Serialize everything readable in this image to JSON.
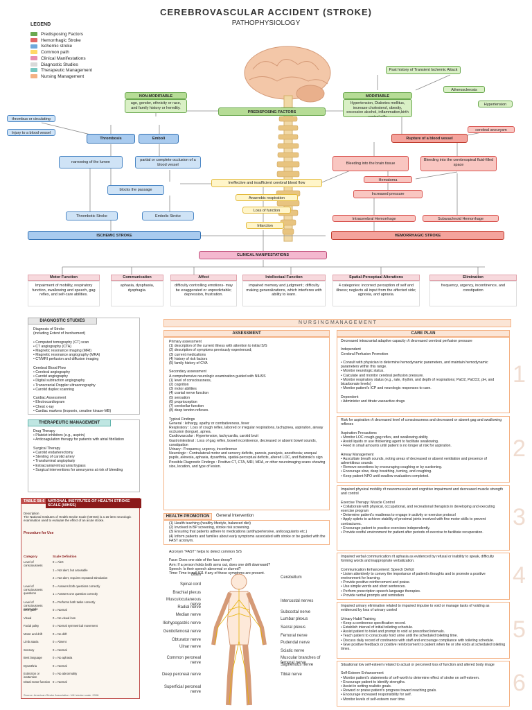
{
  "title": "CEREBROVASCULAR ACCIDENT  (STROKE)",
  "subtitle": "PATHOPHYSIOLOGY",
  "legend": {
    "heading": "LEGEND",
    "items": [
      {
        "label": "Predisposing Factors",
        "color": "#6aa84f"
      },
      {
        "label": "Hemorrhagic Stroke",
        "color": "#e06666"
      },
      {
        "label": "Ischemic stroke",
        "color": "#6fa8dc"
      },
      {
        "label": "Common path",
        "color": "#ffd966"
      },
      {
        "label": "Clinical Manifestations",
        "color": "#e88fb0"
      },
      {
        "label": "Diagnostic Studies",
        "color": "#d9d9d9"
      },
      {
        "label": "Therapeutic Management",
        "color": "#76c7c0"
      },
      {
        "label": "Nursing Management",
        "color": "#f4b183"
      }
    ]
  },
  "flow": {
    "non_modifiable": "NON-MODIFIABLE",
    "non_modifiable_text": "age, gender, ethnicity or race, and family history or heredity.",
    "modifiable": "MODIFIABLE",
    "modifiable_text": "Hypertension, Diabetes mellitus, increase cholesterol, obesity, excessive alcohol, inflammation,birth control pills",
    "predisposing": "PREDISPOSING FACTORS",
    "past_tia": "Past history of Transient Ischemic Attack",
    "atherosclerosis": "Atherosclerosis",
    "hypertension": "Hypertension",
    "thrombus": "thrombus or circulating debris",
    "injury": "Injury to a blood vessel",
    "thrombosis": "Thrombosis",
    "emboli": "Emboli",
    "narrowing": "narrowing of the lumen",
    "occlusion": "partial or complete occlusion of a blood vessel",
    "blocks": "blocks the passage",
    "thrombotic": "Thrombotic Stroke",
    "embolic": "Embolic Stroke",
    "ischemic": "ISCHEMIC STROKE",
    "ineffective": "Ineffective and insufficient cerebral blood flow",
    "anaerobic": "Anaerobic respiration",
    "loss": "Loss of function",
    "infarction": "Infarction",
    "cerebral_aneurysm": "cerebral aneurysm",
    "rupture": "Rupture of a blood vessel",
    "bleed_brain": "Bleeding into the brain tissue",
    "bleed_space": "Bleeding into the cerebrospinal fluid-filled space",
    "hematoma": "Hematoma",
    "pressure": "Increased pressure",
    "intracerebral": "Intracerebral Hemorrhage",
    "subarachnoid": "Subarachnoid Hemorrhage",
    "hemorrhagic": "HEMORRHAGIC STROKE",
    "clinical": "CLINICAL MANIFESTATIONS"
  },
  "manifestations": [
    {
      "head": "Motor Function",
      "text": "Impairment of mobility, respiratory function, swallowing and speech, gag reflex, and self-care abilities."
    },
    {
      "head": "Communication",
      "text": "aphasia, dysphasia, dysphagia."
    },
    {
      "head": "Affect",
      "text": "difficulty controlling emotions- may be exaggerated or unpredictable; depression, frustration."
    },
    {
      "head": "Intellectual Function",
      "text": "impaired memory and judgment ; difficulty making generalizations, which interferes with  ability to learn."
    },
    {
      "head": "Spatial-Perceptual Alterations",
      "text": "4 categories: incorrect perception of self and illness; neglects all input from the affected side; agnosia, and apraxia."
    },
    {
      "head": "Elimination",
      "text": "frequency, urgency, incontinence, and constipation"
    }
  ],
  "diagnostic": {
    "head": "DIAGNOSTIC STUDIES",
    "text": "Diagnosis of Stroke\n(including Extent of Involvement)\n\n• Computed tomography (CT) scan\n• CT angiography (CTA)\n• Magnetic resonance imaging (MRI)\n• Magnetic resonance angiography (MRA)\n• CT/MRI perfusion and diffusion imaging\n\nCerebral Blood Flow\n• Cerebral angiography\n• Carotid angiography\n• Digital subtraction angiography\n• Transcranial Doppler ultrasonography\n• Carotid duplex scanning\n\nCardiac Assessment\n• Electrocardiogram\n• Chest x-ray\n• Cardiac markers (troponin, creatine kinase-MB)\n• Echocardiography\n  (transthoracic, transesophageal)"
  },
  "therapeutic": {
    "head": "THERAPEUTIC MANAGEMENT",
    "text": "Drug Therapy\n• Platelet inhibitors (e.g., aspirin)\n• Anticoagulation therapy for patients with atrial fibrillation\n\nSurgical Therapy\n• Carotid endarterectomy\n• Stenting of carotid artery\n• Transluminal angioplasty\n• Extracranial-intracranial bypass\n• Surgical interventions for aneurysms at risk of bleeding"
  },
  "nihss": {
    "badge": "TABLE 58-6",
    "head": "NATIONAL INSTITUTES OF HEALTH STROKE SCALE (NIHSS)",
    "desc": "Description\nThe National Institutes of Health Stroke Scale (NIHSS) is a 15-item neurologic examination used to evaluate the effect of an acute stroke.",
    "proc": "Procedure for Use",
    "col1": "Category",
    "col2": "Scale Definition",
    "rows": [
      [
        "Level of consciousness",
        "0 = Alert"
      ],
      [
        "",
        "1 = Not alert, but arousable"
      ],
      [
        "",
        "2 = Not alert, requires repeated stimulation"
      ],
      [
        "Level of consciousness questions",
        "0 = Answers both questions correctly"
      ],
      [
        "",
        "1 = Answers one question correctly"
      ],
      [
        "Level of consciousness commands",
        "0 = Performs both tasks correctly"
      ],
      [
        "Best gaze",
        "0 = Normal"
      ],
      [
        "Visual",
        "0 = No visual loss"
      ],
      [
        "Facial palsy",
        "0 = Normal symmetrical movement"
      ],
      [
        "Motor and drift",
        "0 = No drift"
      ],
      [
        "Limb ataxia",
        "0 = Absent"
      ],
      [
        "Sensory",
        "0 = Normal"
      ],
      [
        "Best language",
        "0 = No aphasia"
      ],
      [
        "Dysarthria",
        "0 = Normal"
      ],
      [
        "Extinction or inattention",
        "0 = No abnormality"
      ],
      [
        "Distal motor function",
        "0 = Normal"
      ]
    ],
    "source": "Source: American Stroke Association. NIH stroke scale. 2008."
  },
  "nursing": {
    "head": "N U R S I N G     M A N A G E M E N T",
    "assessment_head": "ASSESSMENT",
    "careplan_head": "CARE PLAN",
    "assessment": "Primary assessment\n(1) description of the current illness with attention to initial S/S\n(2) description of symptoms previously experienced;\n(3) current medications\n(4) history of risk factors\n(5) family history of CVA\n\nSecondary assessment\nA comprehensive neurologic examination guided with NIHSS\n(1) level of consciousness,\n(2) cognition\n(3) motor abilities\n(4) cranial nerve function\n(5) sensation\n(6) proprioception\n(7) cerebellar function\n(8) deep tendon reflexes.\n\nTypical Findings\nGeneral : lethargy, apathy or combativeness, fever\nRespiratory : Loss of cough reflex, labored or irregular respirations, tachypnea, aspiration, airway occlusion (tongue), apnea.\nCardiovascular : Hypertension, tachycardia, carotid bruit\nGastrointestinal : Loss of gag reflex, bowel incontinence, decreased or absent bowel sounds, constipation\nUrinary : Frequency, urgency, incontinence\nNeurologic : Contralateral motor and sensory deficits, paresis, paralysis, anesthesia; unequal pupils, akinesia, aphasia, dysarthria, spatial-perceptual deficits, altered LOC, and Babinski's sign\nPossible Diagnostic Findings : Positive CT, CTA, MRI, MRA, or other neuroimaging scans showing size, location, and type of lesion.",
    "health_head": "HEALTH PROMOTION",
    "health_sub": "General Intervention",
    "health": "(1) Health teaching (healthy lifestyle, balanced diet)\n(2) Involved in BP screening, stroke risk screening.\n(3) Ensuring that patients adhere to medications (antihypertensive, anticoagulants etc.)\n(4) Inform patients and families about early symptoms associated with stroke or be guided with the FAST acronym.",
    "fast": "Acronym \"FAST\" helps to detect common S/S\n\nFace: Does one side of the face droop?\nArm:  If a person holds both arms out, does one drift downward?\nSpeech: Is their speech abnormal or slurred?\nTime: Time to call 911 if any of these symptoms are present.",
    "careplans": [
      "Decreased intracranial adaptive capacity r/t decreased cerebral perfusion pressure\n\nIndependent\nCerebral Perfusion Promotion\n\n• Consult with physician to determine hemodynamic parameters, and maintain hemodynamic parameters within this range.\n• Monitor neurologic status.\n• Calculate and monitor cerebral perfusion pressure.\n• Monitor respiratory status (e.g., rate, rhythm, and depth of respirations; PaO2, PaCO2, pH, and bicarbonate levels)\n• Monitor patient's ICP and neurologic responses to care.\n\nDependent\n• Administer and titrate vasoactive drugs",
      "Risk for aspiration r/t decreased level of consciousness and decreased or absent gag and swallowing reflexes\n\nAspiration Precautions\n• Monitor LOC cough-gag reflex, and swallowing ability.\n• Avoid liquids or use thickening agent to facilitate swallowing.\n• Feed in small amounts until patient is no longer at risk for aspiration.\n\nAirway Management\n• Auscultate breath sounds, noting areas of decreased or absent ventilation and presence of adventitious sounds\n• Remove secretions by encouraging coughing or by suctioning.\n• Encourage slow, deep breathing, turning, and coughing.\n• Keep patient NPO until swallow evaluation completed.",
      "Impaired physical mobility r/t neuromuscular and cognitive impairment and decreased muscle strength and control\n\nExercise Therapy: Muscle Control\n• Collaborate with physical, occupational, and recreational therapists in developing and executing exercise program\n• Determine patient's readiness to engage in activity or exercise protocol\n• Apply splints to achieve stability of proximal joints involved with fine motor skills to prevent contractures.\n• Encourage patient to practice exercises independently.\n• Provide restful environment for patient after periods of exercise to facilitate recuperation.",
      "Impaired verbal communication r/t aphasia as evidenced by refusal or inability to speak, difficulty forming words and inappropriate verbalization.\n\nCommunication Enhancement: Speech Deficit\n• Listen attentively to convey the importance of patient's thoughts and to promote a positive environment for learning.\n• Provide positive reinforcement and praise.\n• Use simple words and short sentences.\n• Perform prescription speech-language therapies.\n• Provide verbal prompts and reminders",
      "Impaired urinary elimination related to impaired impulse to void or manage tasks of voiding as evidenced by loss of urinary control\n\nUrinary Habit Training\n• Keep a continence specification record.\n• Establish interval of initial toileting schedule.\n• Assist patient to toilet and prompt to void at prescribed intervals.\n• Teach patient to consciously hold urine until the scheduled toileting time.\n• Discuss daily record of continence with staff and encourage compliance with toileting schedule.\n• Give positive feedback or positive reinforcement to patient when he or she voids at scheduled toileting times.",
      "Situational low self-esteem related to actual or perceived loss of function and altered body image\n\nSelf-Esteem Enhancement\n• Monitor patient's statements of self-worth to determine effect of stroke on self-esteem.\n• Encourage patient to identify strengths.\n• Assist in setting realistic goals.\n• Reward or praise patient's progress toward reaching goals.\n• Encourage increased responsibility for self.\n• Monitor levels of self-esteem over time."
    ],
    "numbers": [
      "1",
      "2",
      "3",
      "4",
      "5",
      "6"
    ]
  },
  "nerves": {
    "left": [
      "Brain",
      "Spinal cord",
      "Brachial plexus",
      "Musculocutaneous nerve",
      "Radial nerve",
      "Median nerve",
      "Iliohypogastric nerve",
      "Genitofemoral nerve",
      "Obturator nerve",
      "Ulnar nerve",
      "Common peroneal nerve",
      "Deep peroneal nerve",
      "Superficial peroneal nerve"
    ],
    "right": [
      "Cerebellum",
      "Intercostal nerves",
      "Subcostal nerve",
      "Lumbar plexus",
      "Sacral plexus",
      "Femoral nerve",
      "Pudendal nerve",
      "Sciatic nerve",
      "Muscular branches of femoral nerve",
      "Saphenous nerve",
      "Tibial nerve"
    ]
  }
}
